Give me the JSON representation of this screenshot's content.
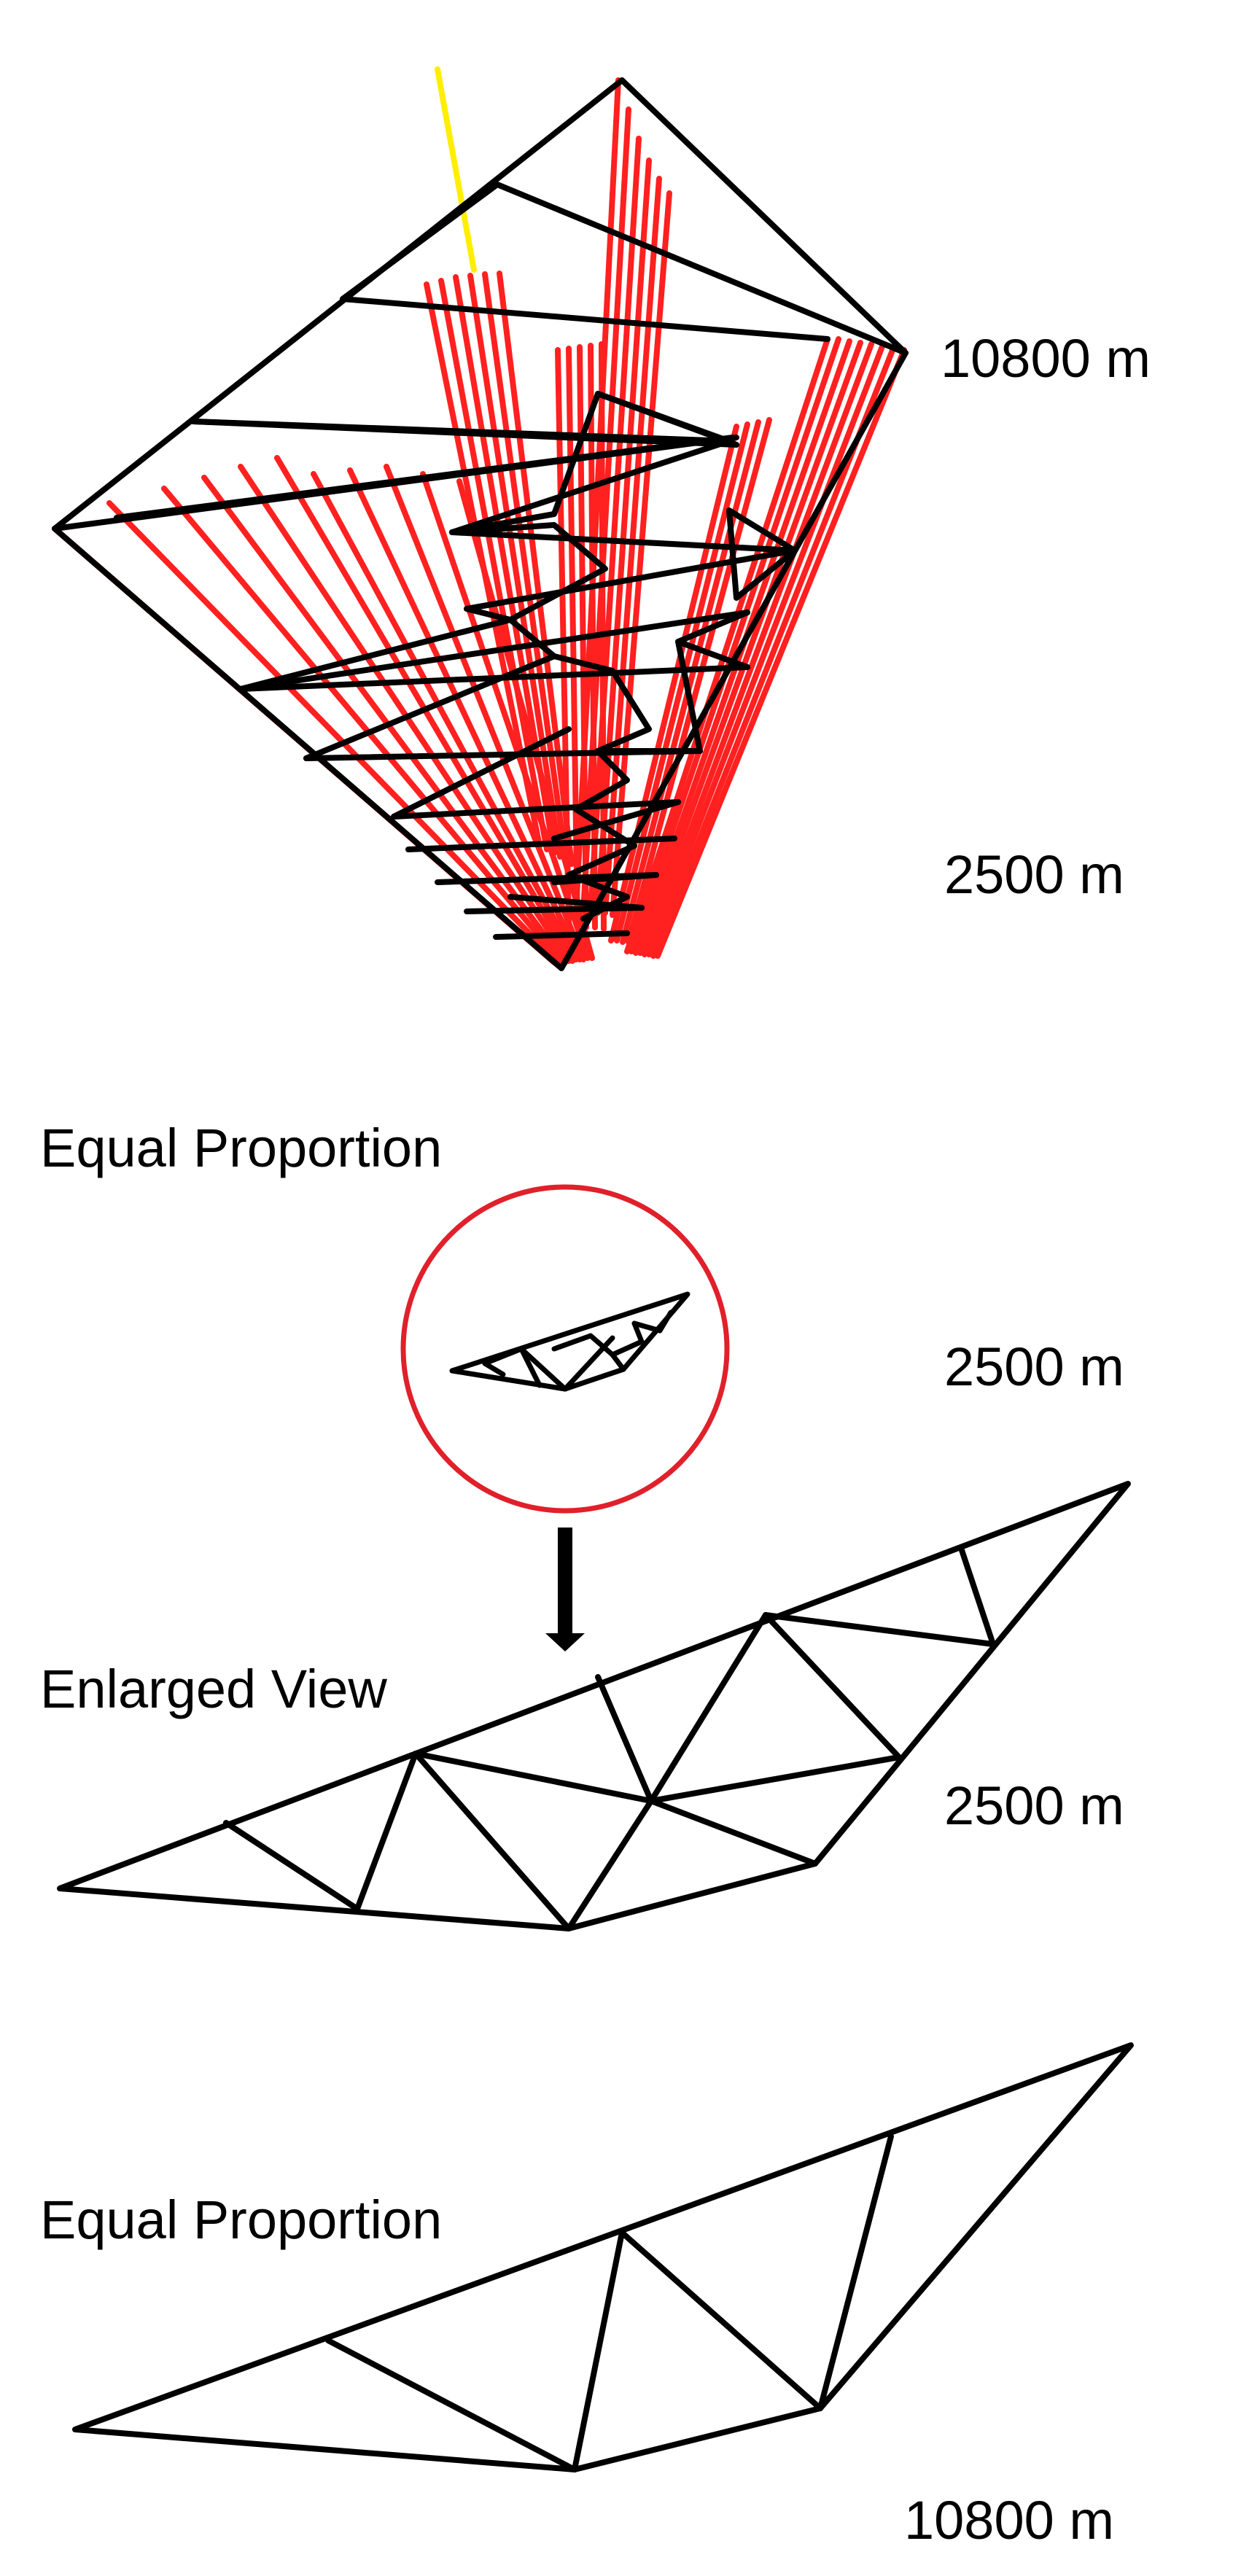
{
  "labels": {
    "top_altitude": "10800 m",
    "top_base_altitude": "2500 m",
    "equal_proportion_1": "Equal Proportion",
    "circle_altitude": "2500 m",
    "enlarged_view": "Enlarged View",
    "enlarged_altitude": "2500 m",
    "equal_proportion_2": "Equal Proportion",
    "bottom_altitude": "10800 m"
  },
  "colors": {
    "background": "#ffffff",
    "mesh_edge": "#000000",
    "vertical_line": "#ff2020",
    "highlight_line": "#ffee00",
    "circle": "#e0202a"
  }
}
